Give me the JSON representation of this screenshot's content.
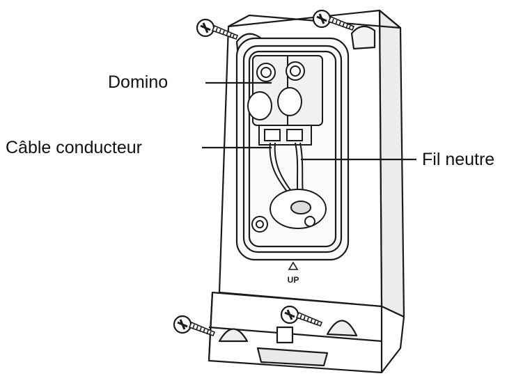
{
  "labels": {
    "domino": "Domino",
    "cable": "Câble conducteur",
    "neutral": "Fil neutre",
    "up_mark": "UP"
  },
  "colors": {
    "line": "#1a1a1a",
    "fill": "#ffffff",
    "shade": "#e9e9e9"
  }
}
